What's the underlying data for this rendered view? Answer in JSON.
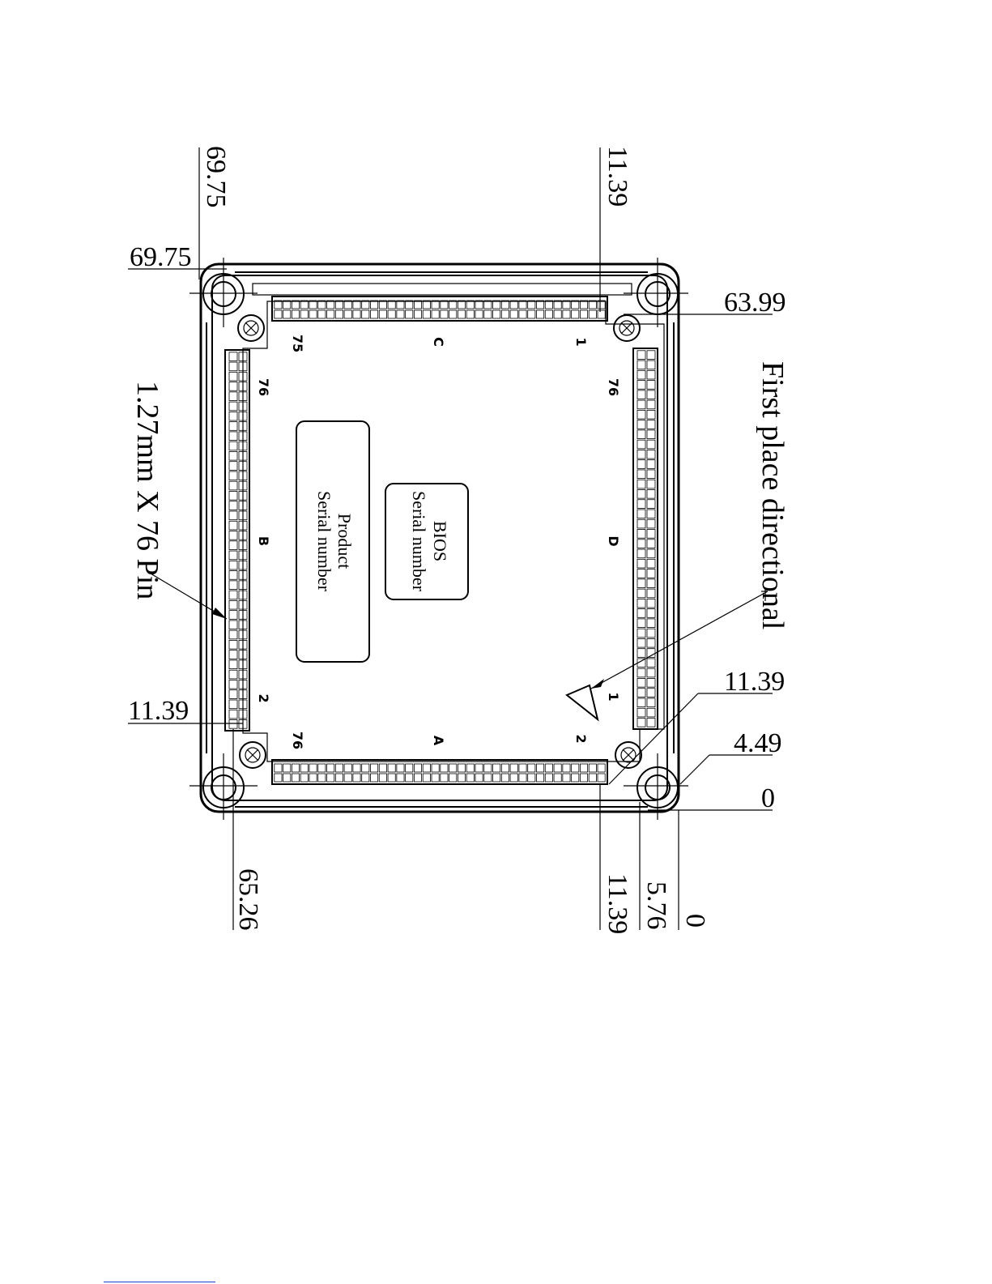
{
  "dimensions": {
    "left_top_vertical": "69.75",
    "top_left_horizontal": "69.75",
    "top_right_vertical": "11.39",
    "right_top_horizontal": "63.99",
    "left_bottom_horizontal": "11.39",
    "right_mid_horizontal": "11.39",
    "right_low_horizontal": "4.49",
    "right_zero": "0",
    "bottom_left_vertical": "65.26",
    "bottom_mid_vertical": "11.39",
    "bottom_right_vertical": "5.76",
    "bottom_zero": "0"
  },
  "labels": {
    "pin_note": "1.27mm X 76 Pin",
    "first_place": "First place directional"
  },
  "boxes": {
    "product_line1": "Product",
    "product_line2": "Serial number",
    "bios_line1": "BIOS",
    "bios_line2": "Serial number"
  },
  "connectors": {
    "C": {
      "letter": "C",
      "end_a": "75",
      "end_b": "1"
    },
    "D": {
      "letter": "D",
      "end_a": "76",
      "end_b": "1"
    },
    "A": {
      "letter": "A",
      "end_a": "76",
      "end_b": "2"
    },
    "B": {
      "letter": "B",
      "end_a": "76",
      "end_b": "2"
    }
  }
}
